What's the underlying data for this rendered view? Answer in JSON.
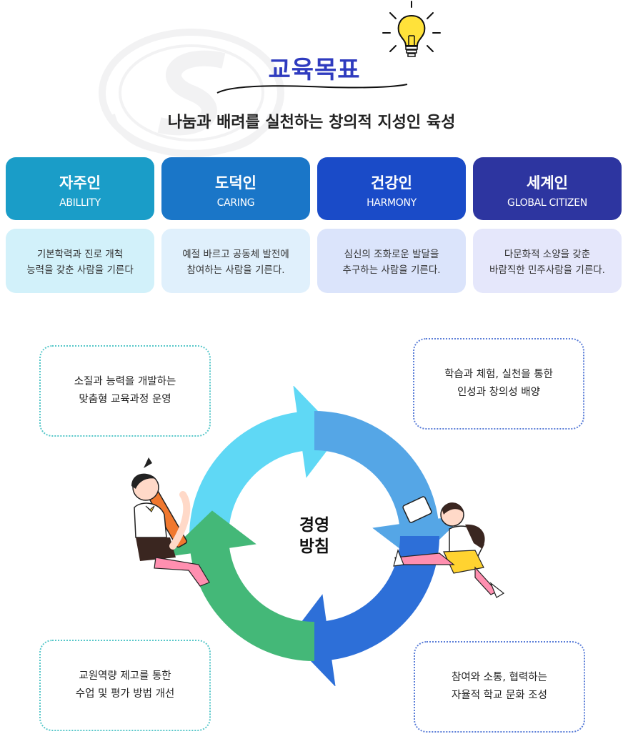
{
  "header": {
    "title": "교육목표",
    "subtitle": "나눔과 배려를 실천하는 창의적 지성인 육성"
  },
  "goals": [
    {
      "name": "자주인",
      "en": "ABILLITY",
      "desc": [
        "기본학력과 진로 개척",
        "능력을 갖춘 사람을 기른다"
      ],
      "color": "#1a9dc8",
      "bg": "#d2f1fa"
    },
    {
      "name": "도덕인",
      "en": "CARING",
      "desc": [
        "예절 바르고 공동체 발전에",
        "참여하는 사람을 기른다."
      ],
      "color": "#1a76c8",
      "bg": "#e0f0fc"
    },
    {
      "name": "건강인",
      "en": "HARMONY",
      "desc": [
        "심신의 조화로운 발달을",
        "추구하는 사람을 기른다."
      ],
      "color": "#1a4bc8",
      "bg": "#dbe4fb"
    },
    {
      "name": "세계인",
      "en": "GLOBAL CITIZEN",
      "desc": [
        "다문화적 소양을 갖춘",
        "바람직한 민주사람을 기른다."
      ],
      "color": "#2d35a0",
      "bg": "#e5e7fb"
    }
  ],
  "policy": {
    "center": [
      "경영",
      "방침"
    ],
    "items": [
      {
        "lines": [
          "소질과 능력을 개발하는",
          "맞춤형 교육과정 운영"
        ]
      },
      {
        "lines": [
          "학습과 체험, 실천을 통한",
          "인성과 창의성 배양"
        ]
      },
      {
        "lines": [
          "교원역량 제고를 통한",
          "수업 및 평가 방법 개선"
        ]
      },
      {
        "lines": [
          "참여와 소통, 협력하는",
          "자율적 학교 문화 조성"
        ]
      }
    ],
    "arrow_colors": [
      "#5fd8f5",
      "#55a6e6",
      "#2d6fd8",
      "#44b878"
    ]
  }
}
